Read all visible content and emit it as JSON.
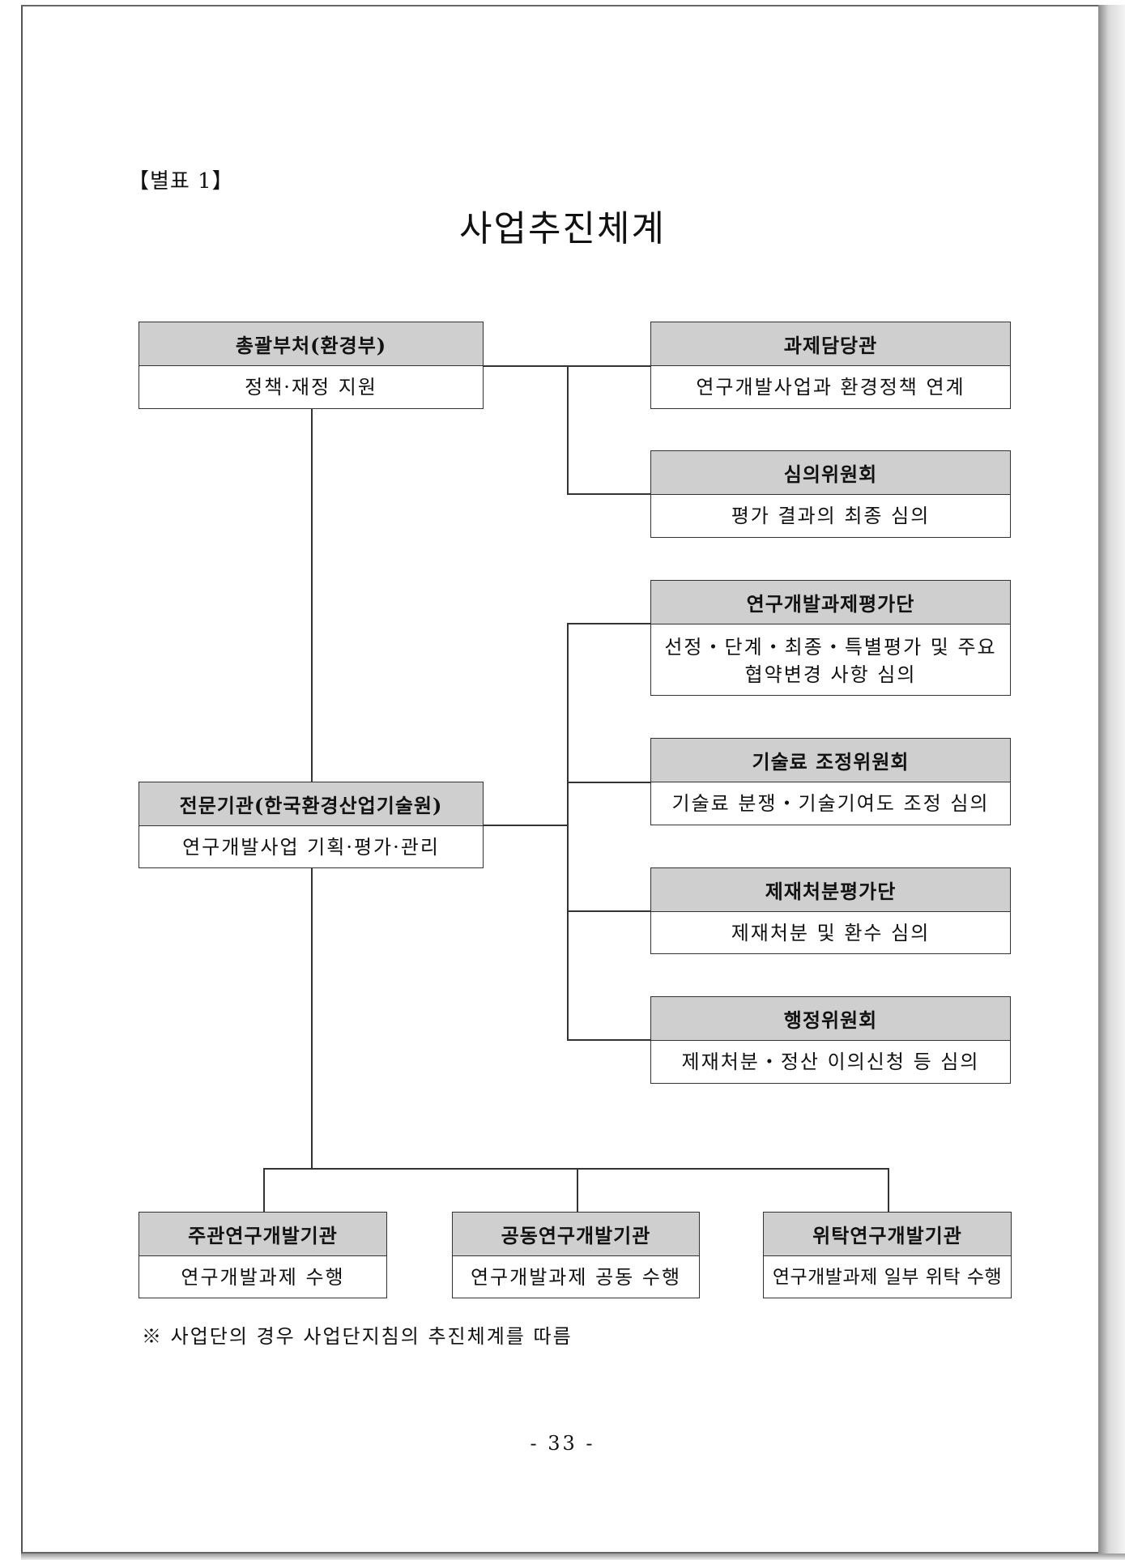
{
  "table_label": "【별표 1】",
  "title": "사업추진체계",
  "boxes": {
    "ministry": {
      "head": "총괄부처(환경부)",
      "body": "정책·재정 지원"
    },
    "officer": {
      "head": "과제담당관",
      "body": "연구개발사업과 환경정책 연계"
    },
    "review": {
      "head": "심의위원회",
      "body": "평가 결과의 최종 심의"
    },
    "eval": {
      "head": "연구개발과제평가단",
      "body_line1": "선정・단계・최종・특별평가 및 주요",
      "body_line2": "협약변경 사항 심의"
    },
    "tech": {
      "head": "기술료 조정위원회",
      "body": "기술료 분쟁・기술기여도 조정 심의"
    },
    "agency": {
      "head": "전문기관(한국환경산업기술원)",
      "body": "연구개발사업 기획·평가·관리"
    },
    "sanction": {
      "head": "제재처분평가단",
      "body": "제재처분 및 환수 심의"
    },
    "admin": {
      "head": "행정위원회",
      "body": "제재처분・정산 이의신청 등 심의"
    },
    "lead": {
      "head": "주관연구개발기관",
      "body": "연구개발과제 수행"
    },
    "joint": {
      "head": "공동연구개발기관",
      "body": "연구개발과제 공동 수행"
    },
    "contract": {
      "head": "위탁연구개발기관",
      "body": "연구개발과제 일부 위탁 수행"
    }
  },
  "note": "※ 사업단의 경우 사업단지침의 추진체계를 따름",
  "page_number": "- 33 -"
}
